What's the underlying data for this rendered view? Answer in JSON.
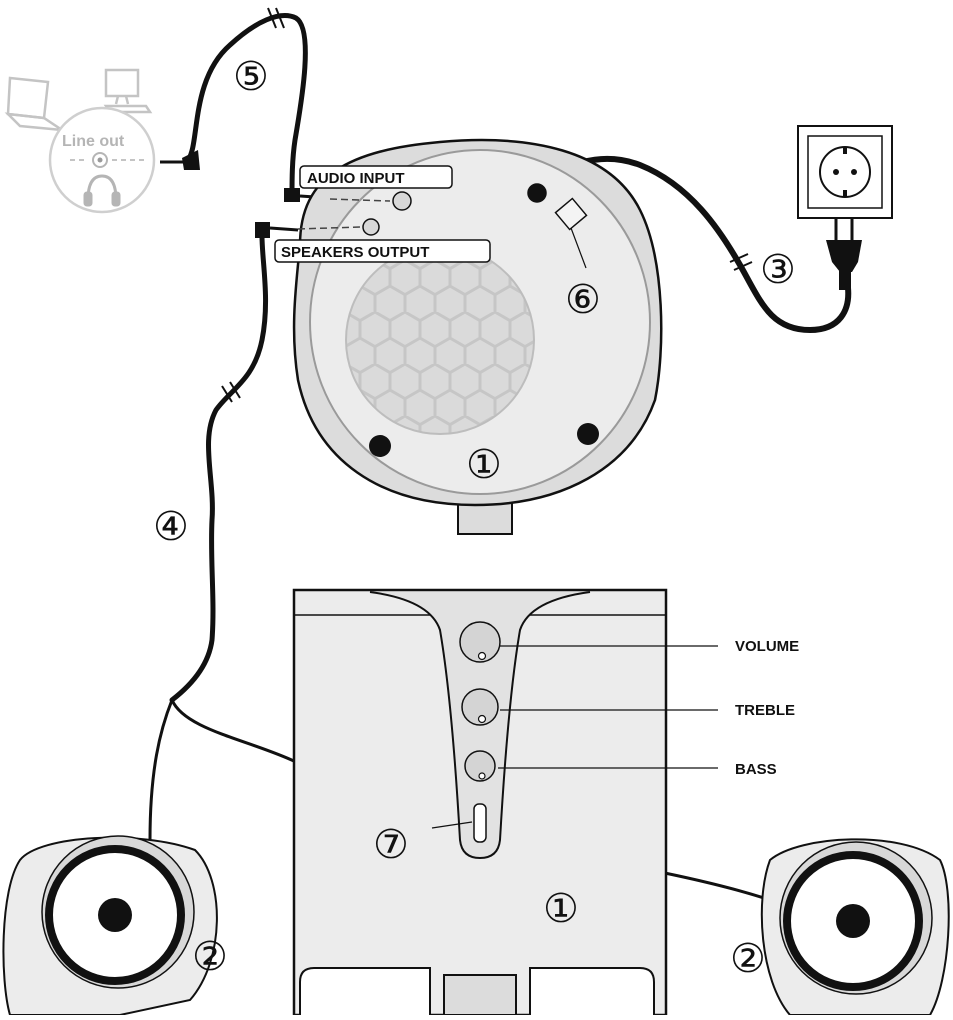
{
  "labels": {
    "line_out": "Line out",
    "audio_input": "AUDIO INPUT",
    "speakers_output": "SPEAKERS OUTPUT",
    "volume": "VOLUME",
    "treble": "TREBLE",
    "bass": "BASS"
  },
  "callouts": {
    "c1_top": "①",
    "c1_bottom": "①",
    "c2_left": "②",
    "c2_right": "②",
    "c3": "③",
    "c4": "④",
    "c5": "⑤",
    "c6": "⑥",
    "c7": "⑦"
  },
  "colors": {
    "body_fill": "#ececec",
    "rim_fill": "#dcdcdc",
    "cable": "#111111",
    "source_devices": "#c4c4c4"
  }
}
